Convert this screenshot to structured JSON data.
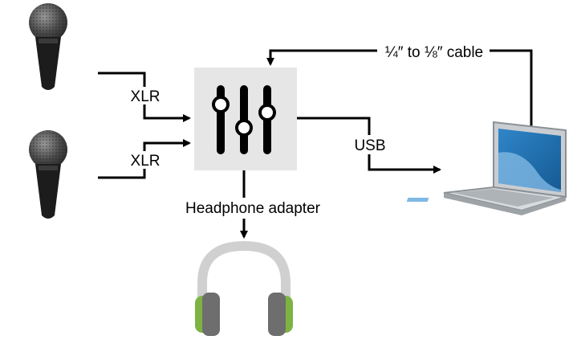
{
  "edges": {
    "xlr_top": "XLR",
    "xlr_bottom": "XLR",
    "usb": "USB",
    "cable": "¼″ to ⅛″ cable",
    "headphone": "Headphone adapter"
  },
  "icons": {
    "mic_top": "microphone-icon",
    "mic_bottom": "microphone-icon",
    "mixer": "mixer-faders-icon",
    "laptop": "laptop-icon",
    "headphones": "headphones-icon"
  },
  "colors": {
    "line": "#000000",
    "mixer_bg": "#e6e6e6",
    "mic_body": "#1c1c1c",
    "laptop_body": "#c9cdd1",
    "laptop_screen": "#1e6fb0",
    "headphone_band": "#d0d0d0",
    "headphone_cup": "#6e6e6e",
    "headphone_pad": "#7cb342"
  }
}
